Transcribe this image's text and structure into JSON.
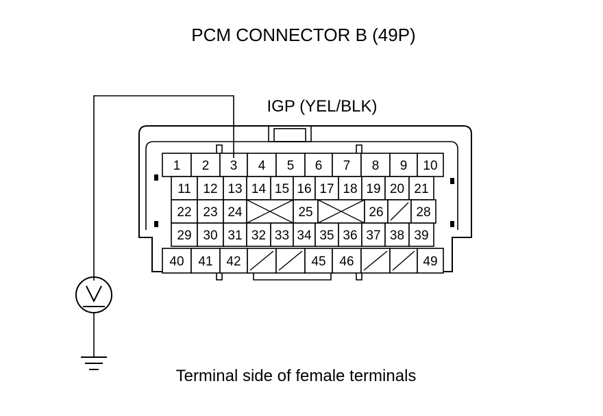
{
  "title": "PCM CONNECTOR B (49P)",
  "wire_label": "IGP (YEL/BLK)",
  "caption": "Terminal side of female terminals",
  "probe_terminal": "3",
  "meter_icon": "voltmeter-icon",
  "ground_icon": "ground-icon",
  "rows": [
    [
      "1",
      "2",
      "3",
      "4",
      "5",
      "6",
      "7",
      "8",
      "9",
      "10"
    ],
    [
      "11",
      "12",
      "13",
      "14",
      "15",
      "16",
      "17",
      "18",
      "19",
      "20",
      "21"
    ],
    [
      "22",
      "23",
      "24",
      "X",
      "25",
      "X",
      "26",
      "/",
      "28"
    ],
    [
      "29",
      "30",
      "31",
      "32",
      "33",
      "34",
      "35",
      "36",
      "37",
      "38",
      "39"
    ],
    [
      "40",
      "41",
      "42",
      "/",
      "/",
      "45",
      "46",
      "/",
      "/",
      "49"
    ]
  ]
}
